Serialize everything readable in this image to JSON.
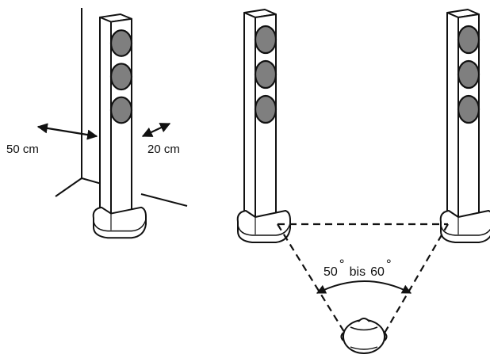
{
  "labels": {
    "wall_distance": "50 cm",
    "side_distance": "20 cm",
    "angle_from": "50",
    "angle_word": "bis",
    "angle_to": "60",
    "degree_symbol": "°"
  },
  "colors": {
    "line": "#111111",
    "driver_fill": "#7f7f7f",
    "background": "#ffffff"
  },
  "icons": {
    "arrow": "double-headed-arrow",
    "listener": "listener-head-icon"
  }
}
